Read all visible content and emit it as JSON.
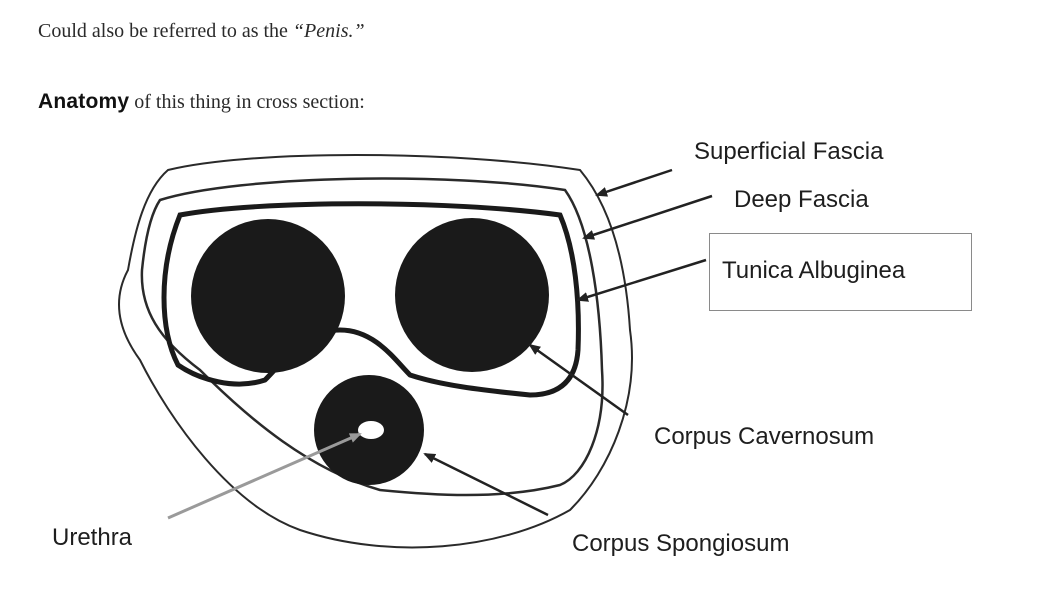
{
  "intro": {
    "prefix": "Could also be referred to as the ",
    "quoted": "“Penis.”"
  },
  "heading": {
    "bold": "Anatomy",
    "rest": " of this thing in cross section:"
  },
  "labels": {
    "superficial_fascia": "Superficial Fascia",
    "deep_fascia": "Deep Fascia",
    "tunica_albuginea": "Tunica Albuginea",
    "corpus_cavernosum": "Corpus Cavernosum",
    "urethra": "Urethra",
    "corpus_spongiosum": "Corpus Spongiosum"
  },
  "colors": {
    "fill": "#1a1a1a",
    "outline": "#222222",
    "urethra_arrow": "#9a9a9a"
  }
}
